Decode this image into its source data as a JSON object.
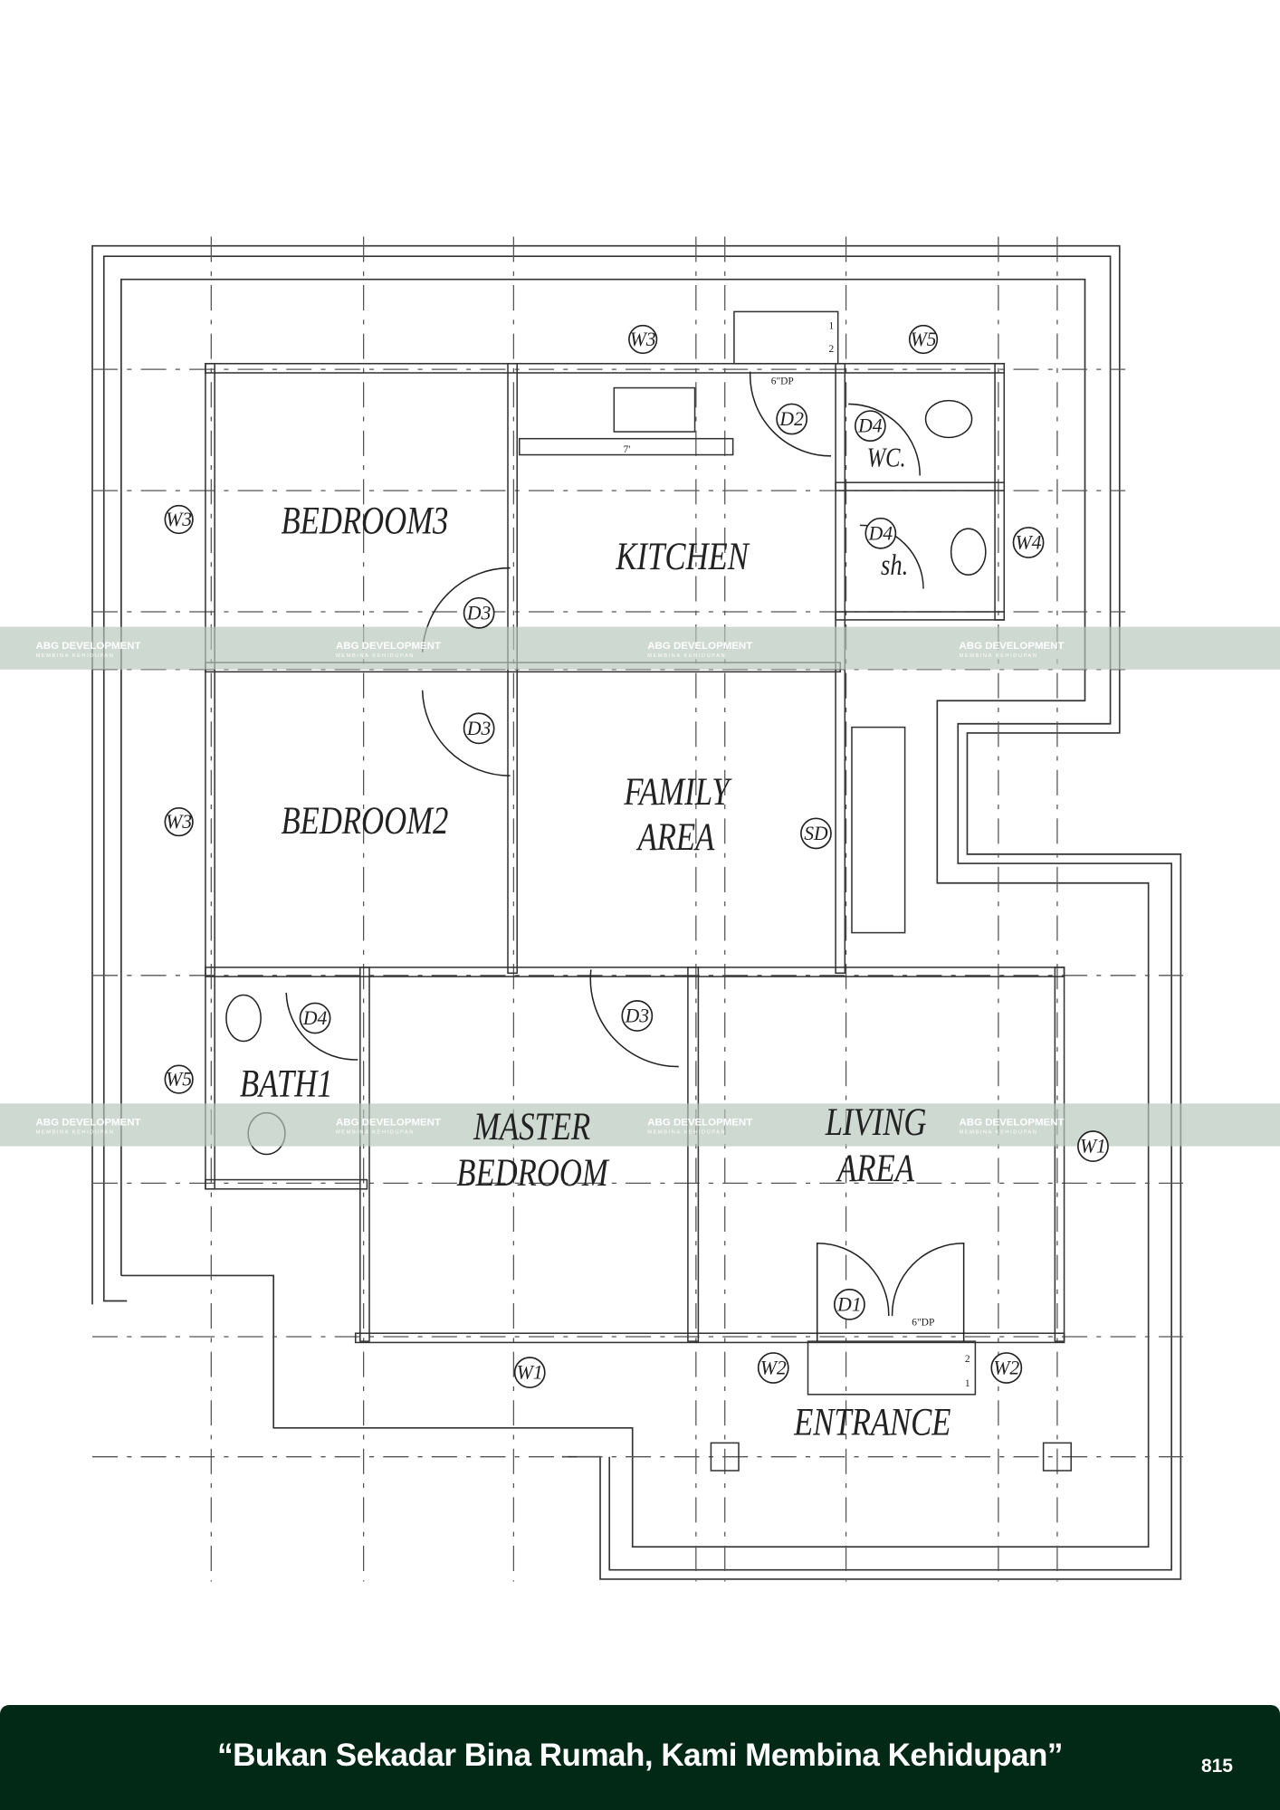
{
  "rooms": {
    "bedroom3": "BEDROOM3",
    "kitchen": "KITCHEN",
    "bedroom2": "BEDROOM2",
    "family_1": "FAMILY",
    "family_2": "AREA",
    "bath1": "BATH1",
    "master_1": "MASTER",
    "master_2": "BEDROOM",
    "living_1": "LIVING",
    "living_2": "AREA",
    "entrance": "ENTRANCE",
    "wc": "WC.",
    "shower": "sh."
  },
  "tags": [
    "W3",
    "W5",
    "D2",
    "D4",
    "W3",
    "D3",
    "D4",
    "W4",
    "D3",
    "W3",
    "SD",
    "D4",
    "D3",
    "W5",
    "W1",
    "D1",
    "W1",
    "W2",
    "W2"
  ],
  "annotations": {
    "dp": "6\"DP",
    "kitchen_counter": "7'",
    "step1": "1",
    "step2": "2"
  },
  "watermark": {
    "brand": "ABG DEVELOPMENT",
    "tagline": "MEMBINA KEHIDUPAN"
  },
  "footer": {
    "quote": "“Bukan Sekadar Bina Rumah, Kami Membina Kehidupan”",
    "page_number": "815"
  },
  "colors": {
    "footer_bg": "#022816",
    "watermark_band": "#b7c7bd"
  }
}
